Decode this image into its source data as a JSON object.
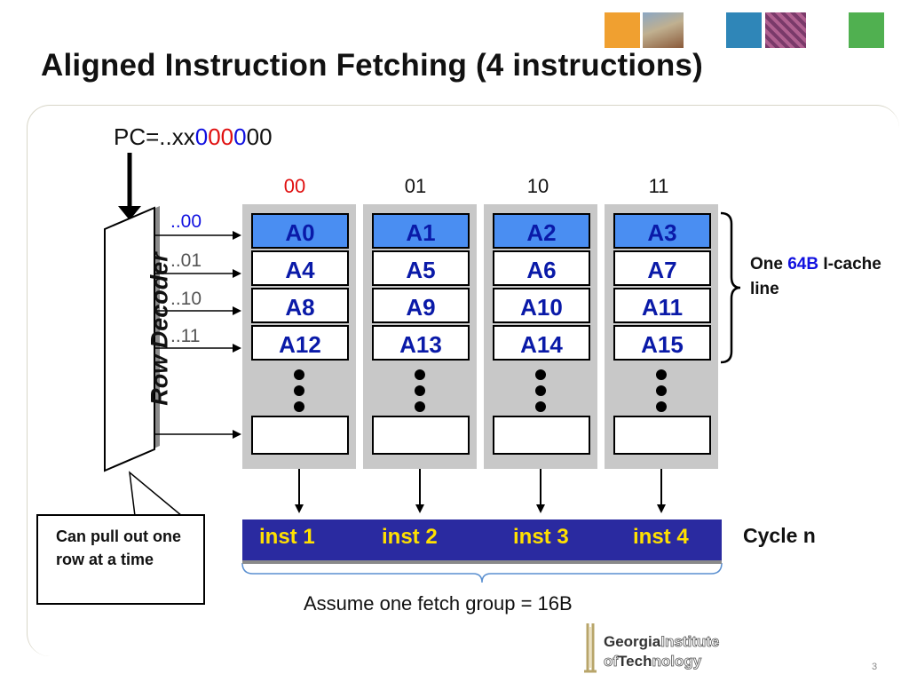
{
  "title": "Aligned Instruction Fetching (4 instructions)",
  "pc": {
    "prefix": "PC=..xx",
    "bits_blue1": "0",
    "bits_red": "00",
    "bits_blue2": "0",
    "suffix": "00"
  },
  "columns": [
    "00",
    "01",
    "10",
    "11"
  ],
  "column_colors": [
    "#e01010",
    "#111111",
    "#111111",
    "#111111"
  ],
  "row_labels": [
    {
      "text": "..00",
      "color": "#1010e0"
    },
    {
      "text": "..01",
      "color": "#555555"
    },
    {
      "text": "..10",
      "color": "#555555"
    },
    {
      "text": "..11",
      "color": "#555555"
    }
  ],
  "banks": [
    [
      "A0",
      "A4",
      "A8",
      "A12"
    ],
    [
      "A1",
      "A5",
      "A9",
      "A13"
    ],
    [
      "A2",
      "A6",
      "A10",
      "A14"
    ],
    [
      "A3",
      "A7",
      "A11",
      "A15"
    ]
  ],
  "row_decoder": "Row Decoder",
  "cache_line": {
    "pre": "One ",
    "size": "64B",
    "post": " I-cache line"
  },
  "instructions": [
    "inst 1",
    "inst 2",
    "inst 3",
    "inst 4"
  ],
  "cycle_label": "Cycle n",
  "assume_text": "Assume one fetch group = 16B",
  "callout_text": "Can pull out one row at a time",
  "logo": {
    "line1_bold": "Georgia",
    "line1_rest": "Institute",
    "line2_pre": "of",
    "line2_bold": "Tech",
    "line2_rest": "nology"
  },
  "page_number": "3",
  "colors": {
    "accent_blue": "#1010e0",
    "accent_red": "#e01010",
    "cell_header": "#4a8ef2",
    "inst_bar": "#2a2aa0",
    "inst_text": "#ffe000"
  }
}
